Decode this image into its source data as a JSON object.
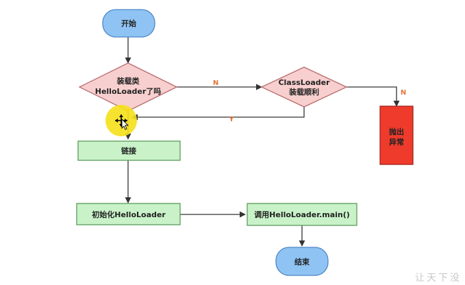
{
  "nodes": {
    "start": "开始",
    "load_question_line1": "装载类",
    "load_question_line2": "HelloLoader了吗",
    "classloader_line1": "ClassLoader",
    "classloader_line2": "装载顺利",
    "throw_line1": "抛出",
    "throw_line2": "异常",
    "link": "链接",
    "init": "初始化HelloLoader",
    "call_main": "调用HelloLoader.main()",
    "end": "结束"
  },
  "edges": {
    "no_label_1": "N",
    "no_label_2": "N",
    "yes_label": "Y"
  },
  "watermark": "让天下没",
  "colors": {
    "terminal_fill": "#8ec3f3",
    "terminal_stroke": "#4f86c6",
    "decision_fill": "#f8cfcf",
    "decision_stroke": "#b86b6b",
    "process_fill": "#c9f2c9",
    "process_stroke": "#5a9a5a",
    "error_fill": "#ef3b2c",
    "error_stroke": "#a0231a",
    "edge": "#333333",
    "cursor_highlight": "#f5e01a"
  }
}
